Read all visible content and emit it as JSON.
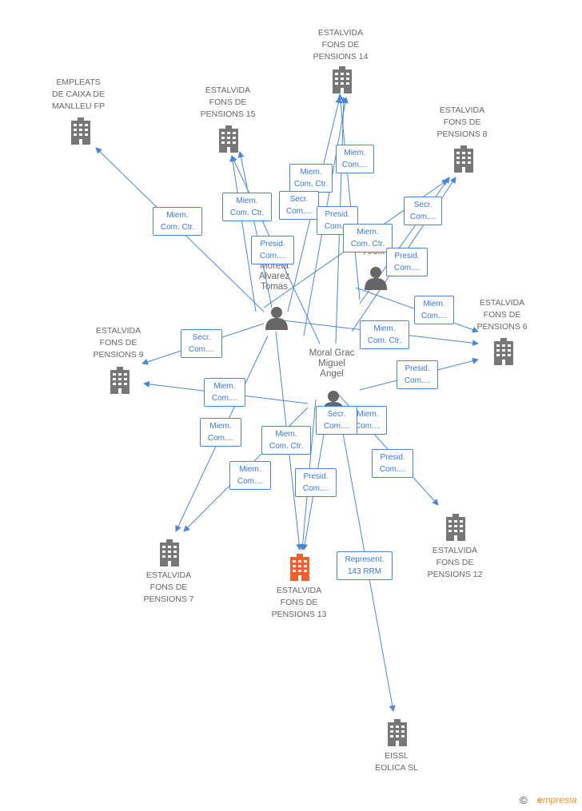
{
  "companies": [
    {
      "id": "c14",
      "label": "ESTALVIDA\nFONS DE\nPENSIONS 14"
    },
    {
      "id": "cEmp",
      "label": "EMPLEATS\nDE CAIXA DE\nMANLLEU FP"
    },
    {
      "id": "c15",
      "label": "ESTALVIDA\nFONS DE\nPENSIONS 15"
    },
    {
      "id": "c8",
      "label": "ESTALVIDA\nFONS DE\nPENSIONS 8"
    },
    {
      "id": "c6",
      "label": "ESTALVIDA\nFONS DE\nPENSIONS 6"
    },
    {
      "id": "c9",
      "label": "ESTALVIDA\nFONS DE\nPENSIONS 9"
    },
    {
      "id": "c7",
      "label": "ESTALVIDA\nFONS DE\nPENSIONS 7"
    },
    {
      "id": "c13",
      "label": "ESTALVIDA\nFONS DE\nPENSIONS 13",
      "highlight": true
    },
    {
      "id": "c12",
      "label": "ESTALVIDA\nFONS DE\nPENSIONS 12"
    },
    {
      "id": "cEissl",
      "label": "EISSL\nEOLICA  SL"
    }
  ],
  "persons": [
    {
      "id": "pMoreta",
      "label": "Moreta\nAlvarez\nTomas"
    },
    {
      "id": "pAreix",
      "label": "Areix"
    },
    {
      "id": "pMoral",
      "label": "Moral Grac\nMiguel\nAngel"
    }
  ],
  "edge_labels": [
    "Miem.\nCom. Ctr.",
    "Miem.\nCom....",
    "Miem.\nCom. Ctr.",
    "Secr.\nCom....",
    "Miem.\nCom. Ctr.",
    "Secr.\nCom....",
    "Presid.\nCom....",
    "Presid.\nCom....",
    "Miem.\nCom. Ctr.",
    "Presid.\nCom....",
    "Miem.\nCom....",
    "Secr.\nCom....",
    "Miem.\nCom. Ctr.",
    "Presid.\nCom....",
    "Miem.\nCom....",
    "Miem.\nCom....",
    "Secr.\nCom....",
    "Miem.\nCom....",
    "Miem.\nCom. Ctr.",
    "Presid.\nCom....",
    "Miem.\nCom....",
    "Presid.\nCom....",
    "Represent.\n143 RRM"
  ],
  "colors": {
    "edge": "#4a86d8",
    "building": "#777777",
    "building_highlight": "#f0622a",
    "person": "#666666"
  },
  "footer": {
    "copyright": "©",
    "brand": "mpresia",
    "brand_initial": "e"
  }
}
